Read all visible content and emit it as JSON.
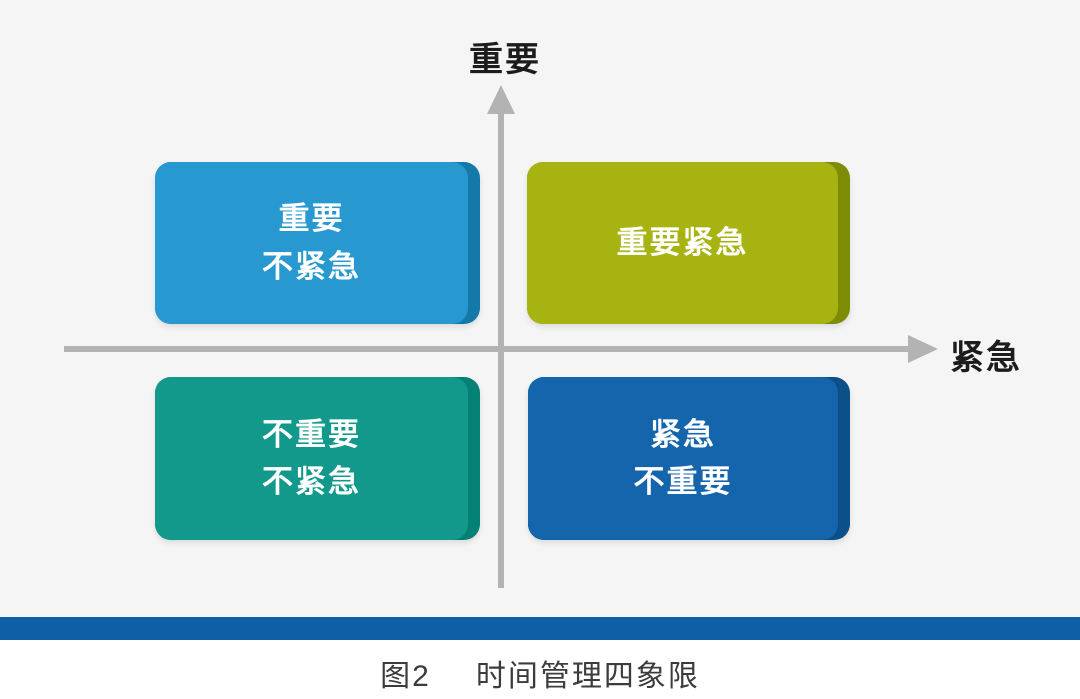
{
  "figure": {
    "caption_prefix": "图2",
    "caption_title": "时间管理四象限"
  },
  "axes": {
    "y_label": "重要",
    "x_label": "紧急",
    "line_color": "#b3b3b3",
    "label_color": "#1c1c1c"
  },
  "quadrants": [
    {
      "id": "important-not-urgent",
      "position": "top-left",
      "lines": [
        "重要",
        "不紧急"
      ],
      "color": "#2898d0",
      "edge_color": "#1478a8",
      "text_color": "#ffffff"
    },
    {
      "id": "important-urgent",
      "position": "top-right",
      "lines": [
        "重要紧急"
      ],
      "color": "#a6b310",
      "edge_color": "#7d8b05",
      "text_color": "#ffffff"
    },
    {
      "id": "not-important-not-urgent",
      "position": "bottom-left",
      "lines": [
        "不重要",
        "不紧急"
      ],
      "color": "#12998b",
      "edge_color": "#048075",
      "text_color": "#ffffff"
    },
    {
      "id": "urgent-not-important",
      "position": "bottom-right",
      "lines": [
        "紧急",
        "不重要"
      ],
      "color": "#1565ad",
      "edge_color": "#0c4f89",
      "text_color": "#ffffff"
    }
  ],
  "colors": {
    "background": "#f5f5f6",
    "bottom_bar": "#0f5fa7",
    "footer_background": "#ffffff",
    "caption_text": "#3c3c3c"
  }
}
